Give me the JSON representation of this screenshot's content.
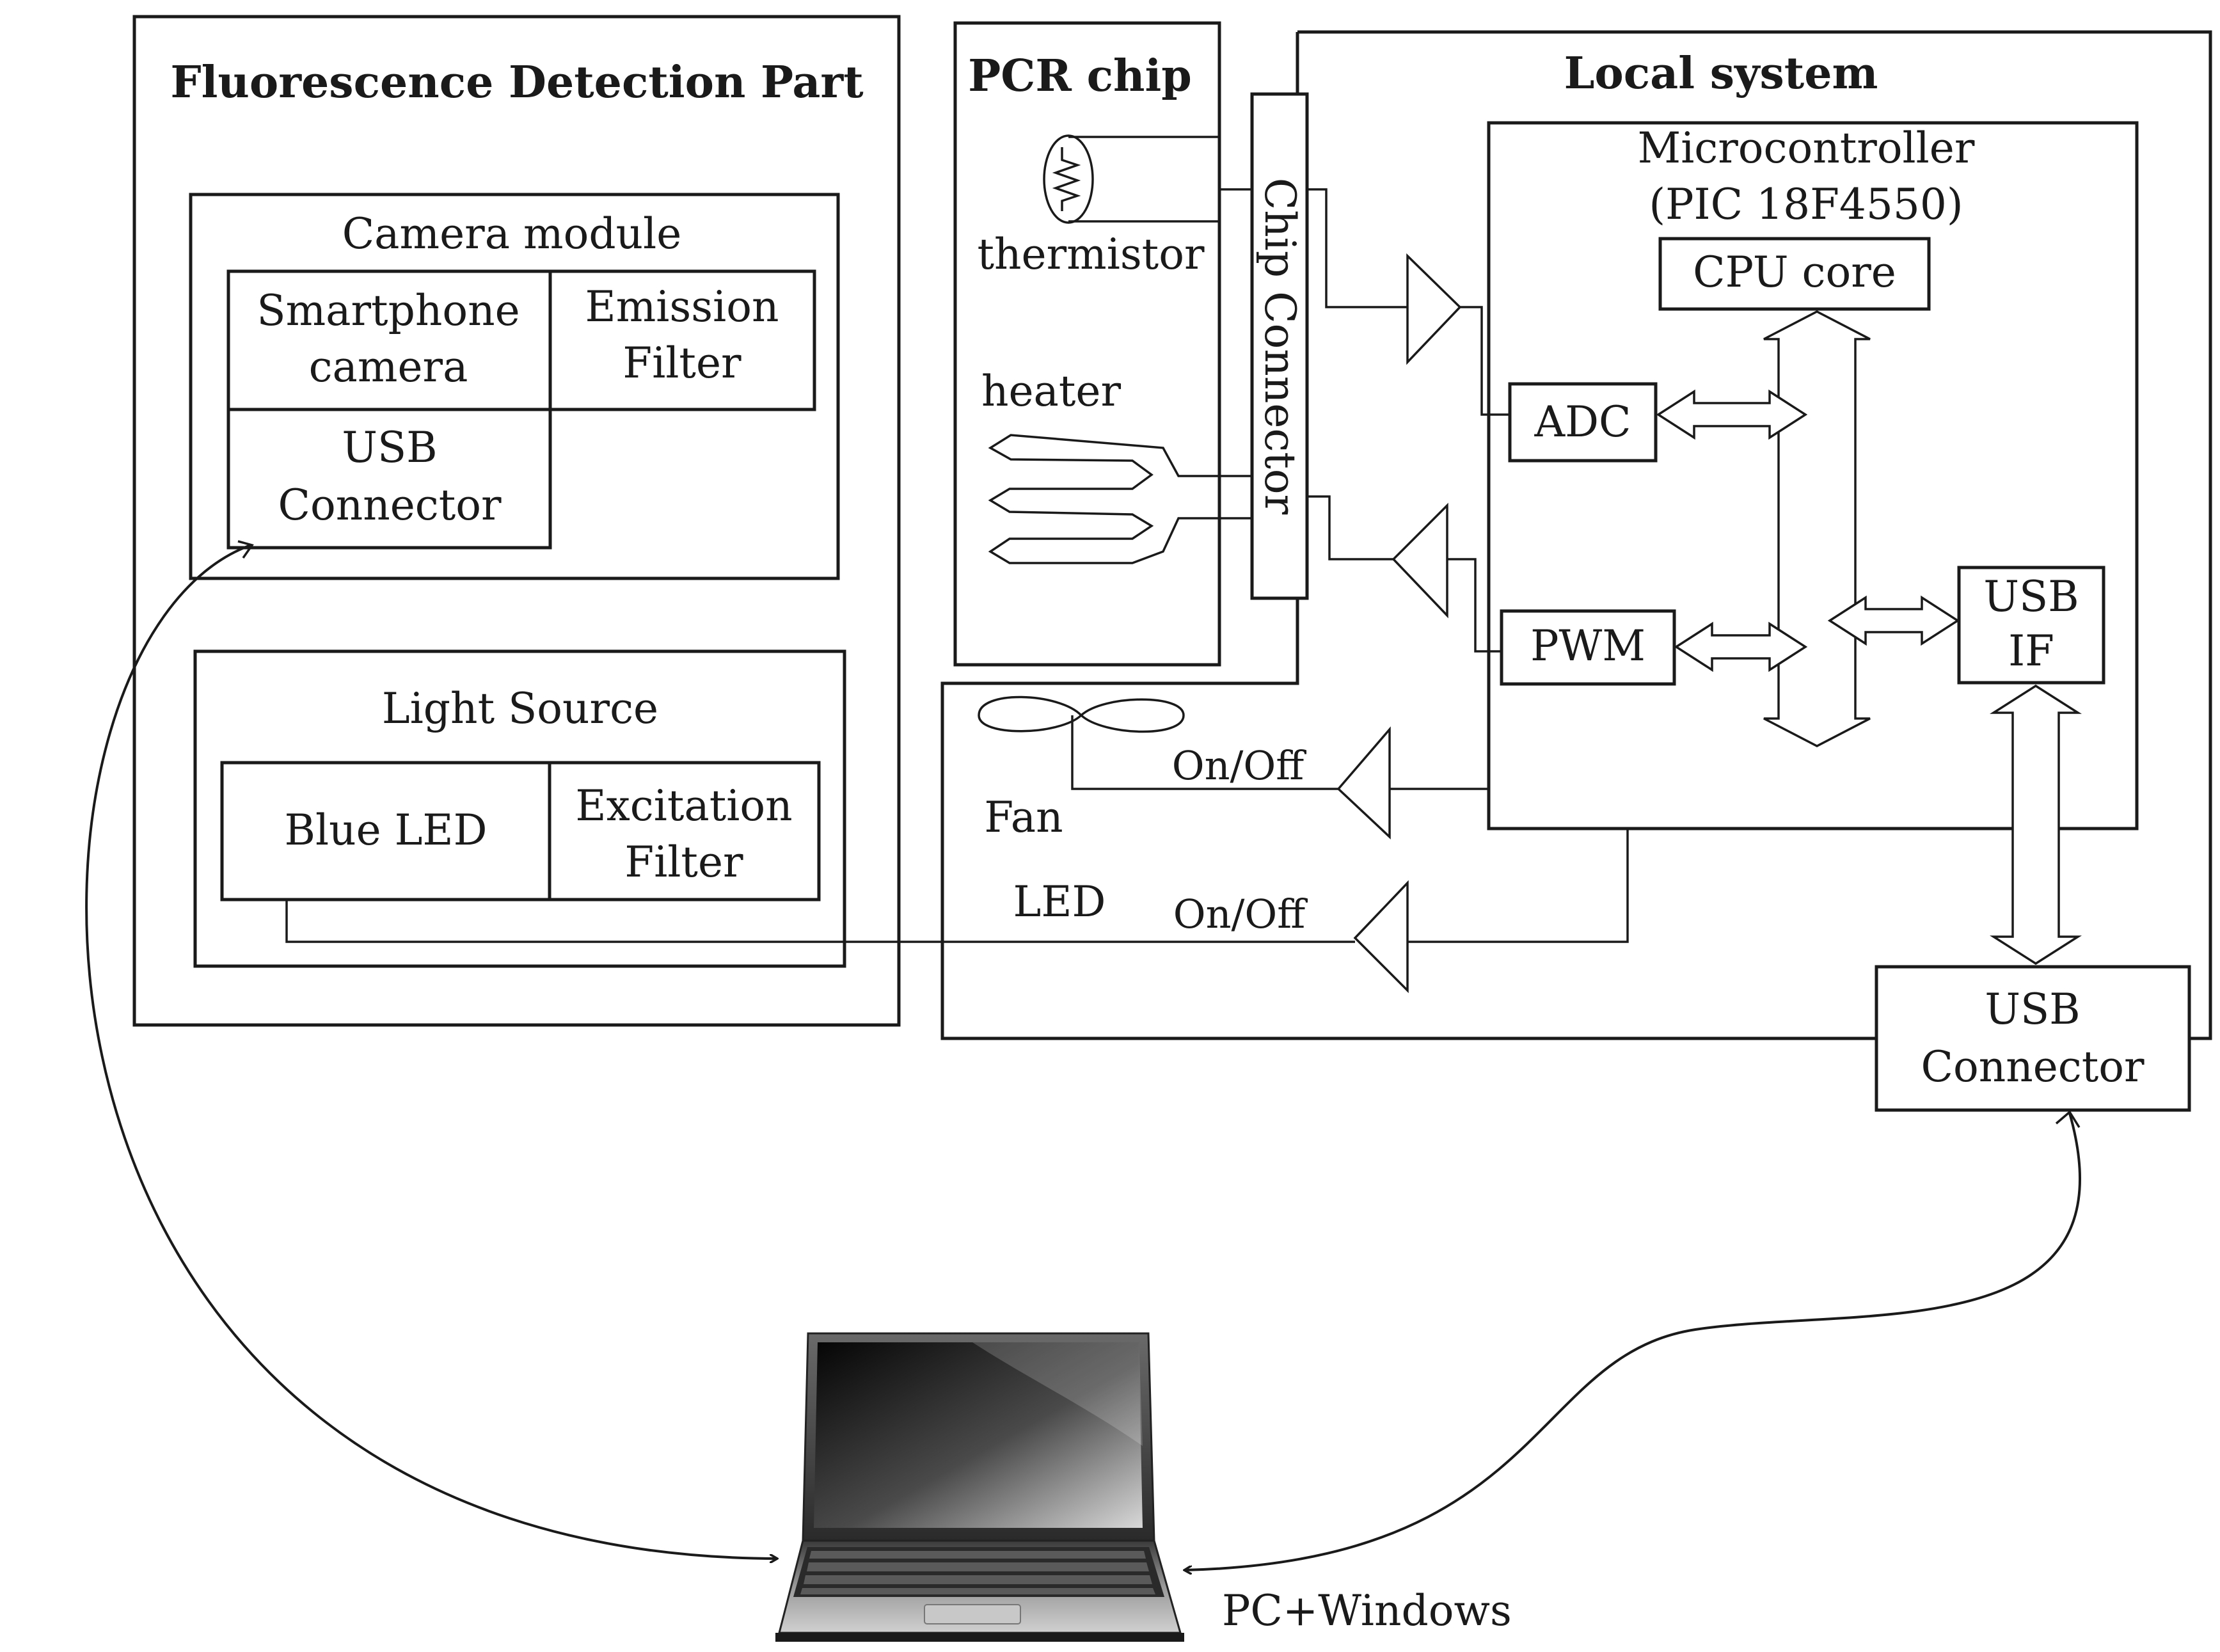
{
  "fluorescence": {
    "title": "Fluorescence Detection Part",
    "camera_module": {
      "label": "Camera module",
      "smartphone_camera": [
        "Smartphone",
        "camera"
      ],
      "emission_filter": [
        "Emission",
        "Filter"
      ],
      "usb_connector": [
        "USB",
        "Connector"
      ]
    },
    "light_source": {
      "label": "Light Source",
      "blue_led": "Blue LED",
      "excitation_filter": [
        "Excitation",
        "Filter"
      ]
    }
  },
  "pcr_chip": {
    "title": "PCR chip",
    "thermistor": "thermistor",
    "heater": "heater"
  },
  "chip_connector": "Chip Connector",
  "local_system": {
    "title": "Local system",
    "microcontroller": [
      "Microcontroller",
      "(PIC 18F4550)"
    ],
    "cpu_core": "CPU core",
    "adc": "ADC",
    "pwm": "PWM",
    "usb_if": [
      "USB",
      "IF"
    ],
    "fan_label": "Fan",
    "fan_switch": "On/Off",
    "led_label": "LED",
    "led_switch": "On/Off",
    "usb_connector": [
      "USB",
      "Connector"
    ]
  },
  "pc": {
    "label": "PC+Windows"
  }
}
